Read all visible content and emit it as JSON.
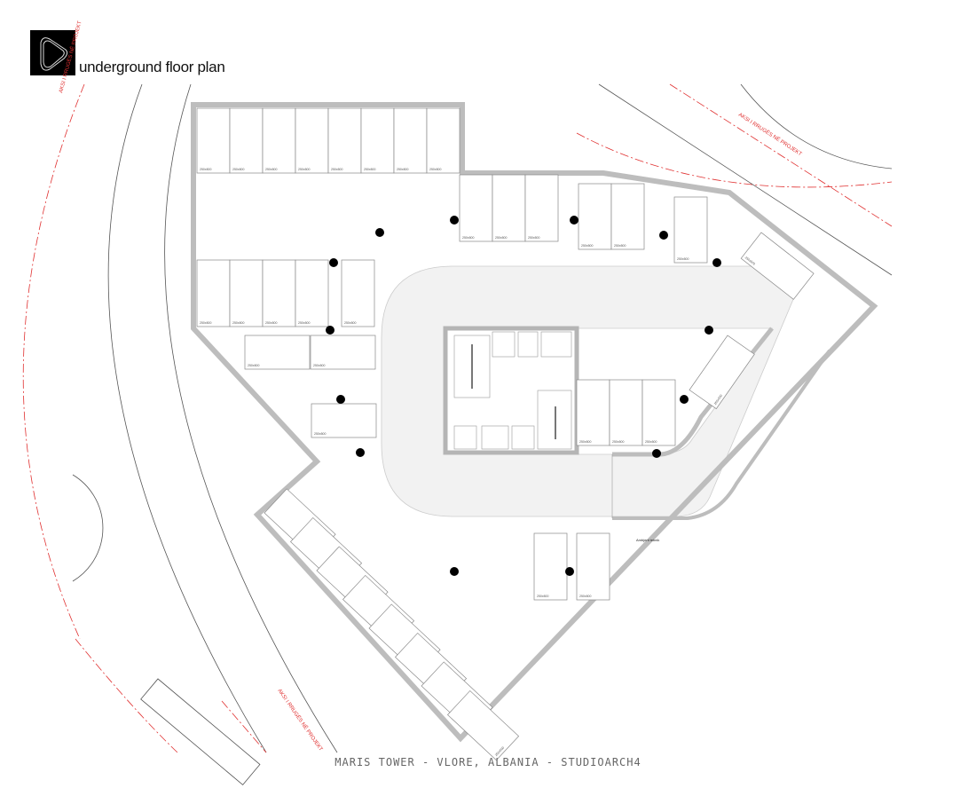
{
  "header": {
    "title": "underground floor plan"
  },
  "plan": {
    "stall_label": "250x500",
    "road_axis_label": "AKSI I RRUGËS NË PROJEKT",
    "technical_room_label": "Ambjent teknik"
  },
  "footer": {
    "text": "MARIS TOWER  -  VLORE, ALBANIA  -  STUDIOARCH4"
  },
  "colors": {
    "wall": "#bdbdbd",
    "ramp": "#f2f2f2",
    "axis": "#e03030",
    "column": "#000000"
  }
}
